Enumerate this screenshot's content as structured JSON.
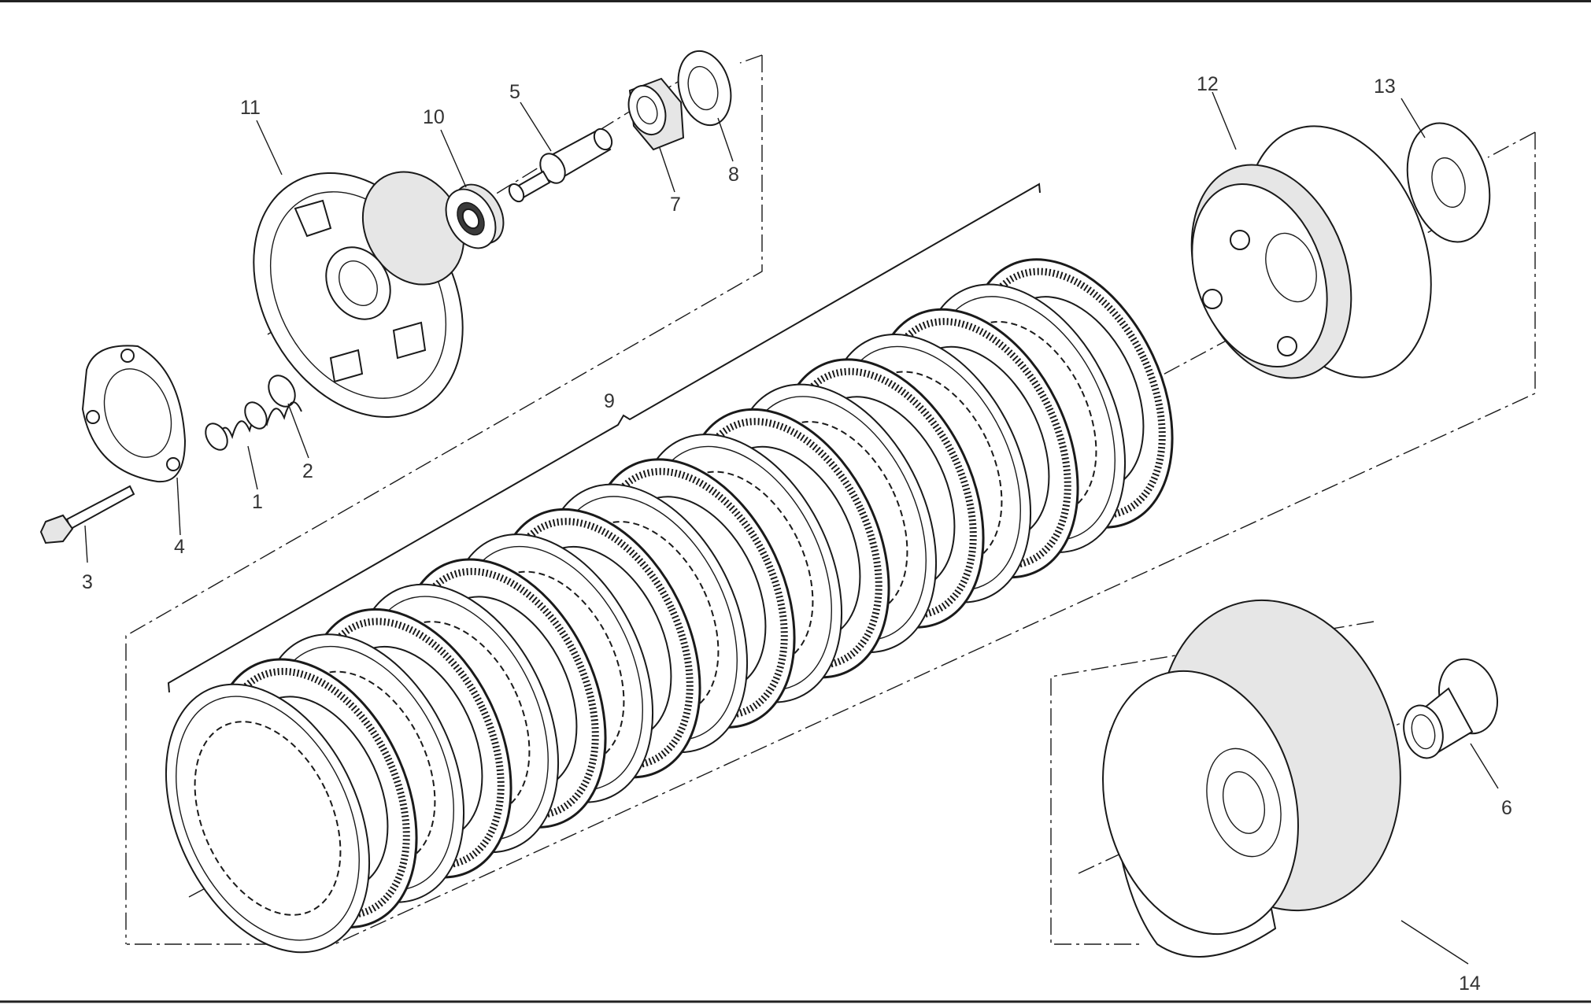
{
  "diagram": {
    "callouts": [
      {
        "id": "1",
        "label": "1"
      },
      {
        "id": "2",
        "label": "2"
      },
      {
        "id": "3",
        "label": "3"
      },
      {
        "id": "4",
        "label": "4"
      },
      {
        "id": "5",
        "label": "5"
      },
      {
        "id": "6",
        "label": "6"
      },
      {
        "id": "7",
        "label": "7"
      },
      {
        "id": "8",
        "label": "8"
      },
      {
        "id": "9",
        "label": "9"
      },
      {
        "id": "10",
        "label": "10"
      },
      {
        "id": "11",
        "label": "11"
      },
      {
        "id": "12",
        "label": "12"
      },
      {
        "id": "13",
        "label": "13"
      },
      {
        "id": "14",
        "label": "14"
      }
    ],
    "plate_stack": {
      "plate_count": 18
    },
    "colors": {
      "ink": "#1a1a1a",
      "label": "#333333",
      "background": "#ffffff",
      "frame": "#222222"
    }
  }
}
